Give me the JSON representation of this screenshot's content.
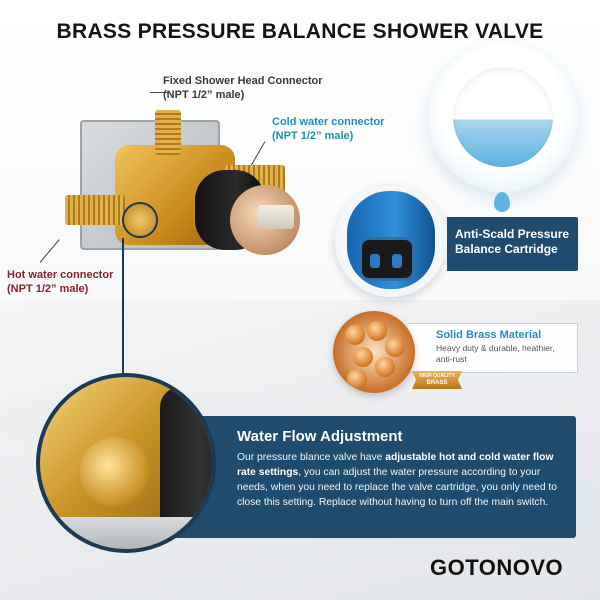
{
  "title": "BRASS PRESSURE BALANCE SHOWER VALVE",
  "connectors": {
    "shower_head": {
      "label": "Fixed Shower Head Connector",
      "spec": "(NPT 1/2” male)"
    },
    "cold_water": {
      "label": "Cold water connector",
      "spec": "(NPT 1/2” male)"
    },
    "hot_water": {
      "label": "Hot water connector",
      "spec": "(NPT 1/2” male)"
    }
  },
  "cartridge": {
    "line1": "Anti-Scald Pressure",
    "line2": "Balance Cartridge"
  },
  "brass": {
    "title": "Solid Brass Material",
    "desc1": "Heavy duty & durable, heathier,",
    "desc2": "anti-rust",
    "badge_line1": "HIGH QUALITY",
    "badge_line2": "BRASS"
  },
  "water_flow": {
    "title": "Water Flow Adjustment",
    "text_pre": "Our pressure blance valve have ",
    "text_bold": "adjustable hot and cold water flow rate settings",
    "text_post": ", you can adjust the water pressure according to your needs, when you need to replace the valve cartridge, you only need to close this setting. Replace without having to turn off the main switch."
  },
  "brand": "GOTONOVO",
  "colors": {
    "navy": "#1f4c6e",
    "blue_label": "#1f8fb5",
    "red_label": "#8b2030",
    "brass": "#c98b1c"
  }
}
